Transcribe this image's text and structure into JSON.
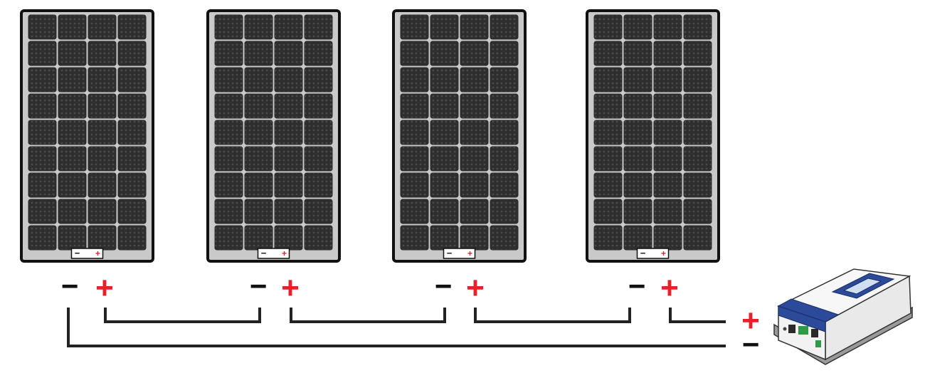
{
  "diagram": {
    "panels": [
      {
        "id": "panel-1",
        "neg": "−",
        "pos": "+"
      },
      {
        "id": "panel-2",
        "neg": "−",
        "pos": "+"
      },
      {
        "id": "panel-3",
        "neg": "−",
        "pos": "+"
      },
      {
        "id": "panel-4",
        "neg": "−",
        "pos": "+"
      }
    ],
    "terminal_neg": "−",
    "terminal_pos": "+",
    "controller": {
      "pos_label": "+",
      "neg_label": "−"
    },
    "colors": {
      "positive": "#e8202a",
      "negative": "#111111",
      "wire": "#222222",
      "controller_blue": "#2b4a9a"
    }
  }
}
